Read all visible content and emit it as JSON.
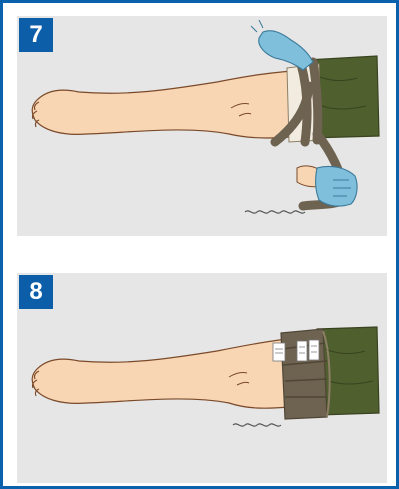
{
  "steps": [
    {
      "number": "7"
    },
    {
      "number": "8"
    }
  ],
  "colors": {
    "frame_border": "#0a62ad",
    "badge": "#0d5ea8",
    "panel_bg": "#e6e6e6",
    "skin": "#f8d5b3",
    "skin_outline": "#7a4a2a",
    "shorts": "#4f5f2e",
    "bandage": "#6e6350",
    "bandage_pad": "#f2ece0",
    "glove": "#7fbfdc"
  },
  "icons": [
    "leg-illustration",
    "gloved-hand-icon",
    "pressure-bandage-icon",
    "wire-clip-icon"
  ]
}
